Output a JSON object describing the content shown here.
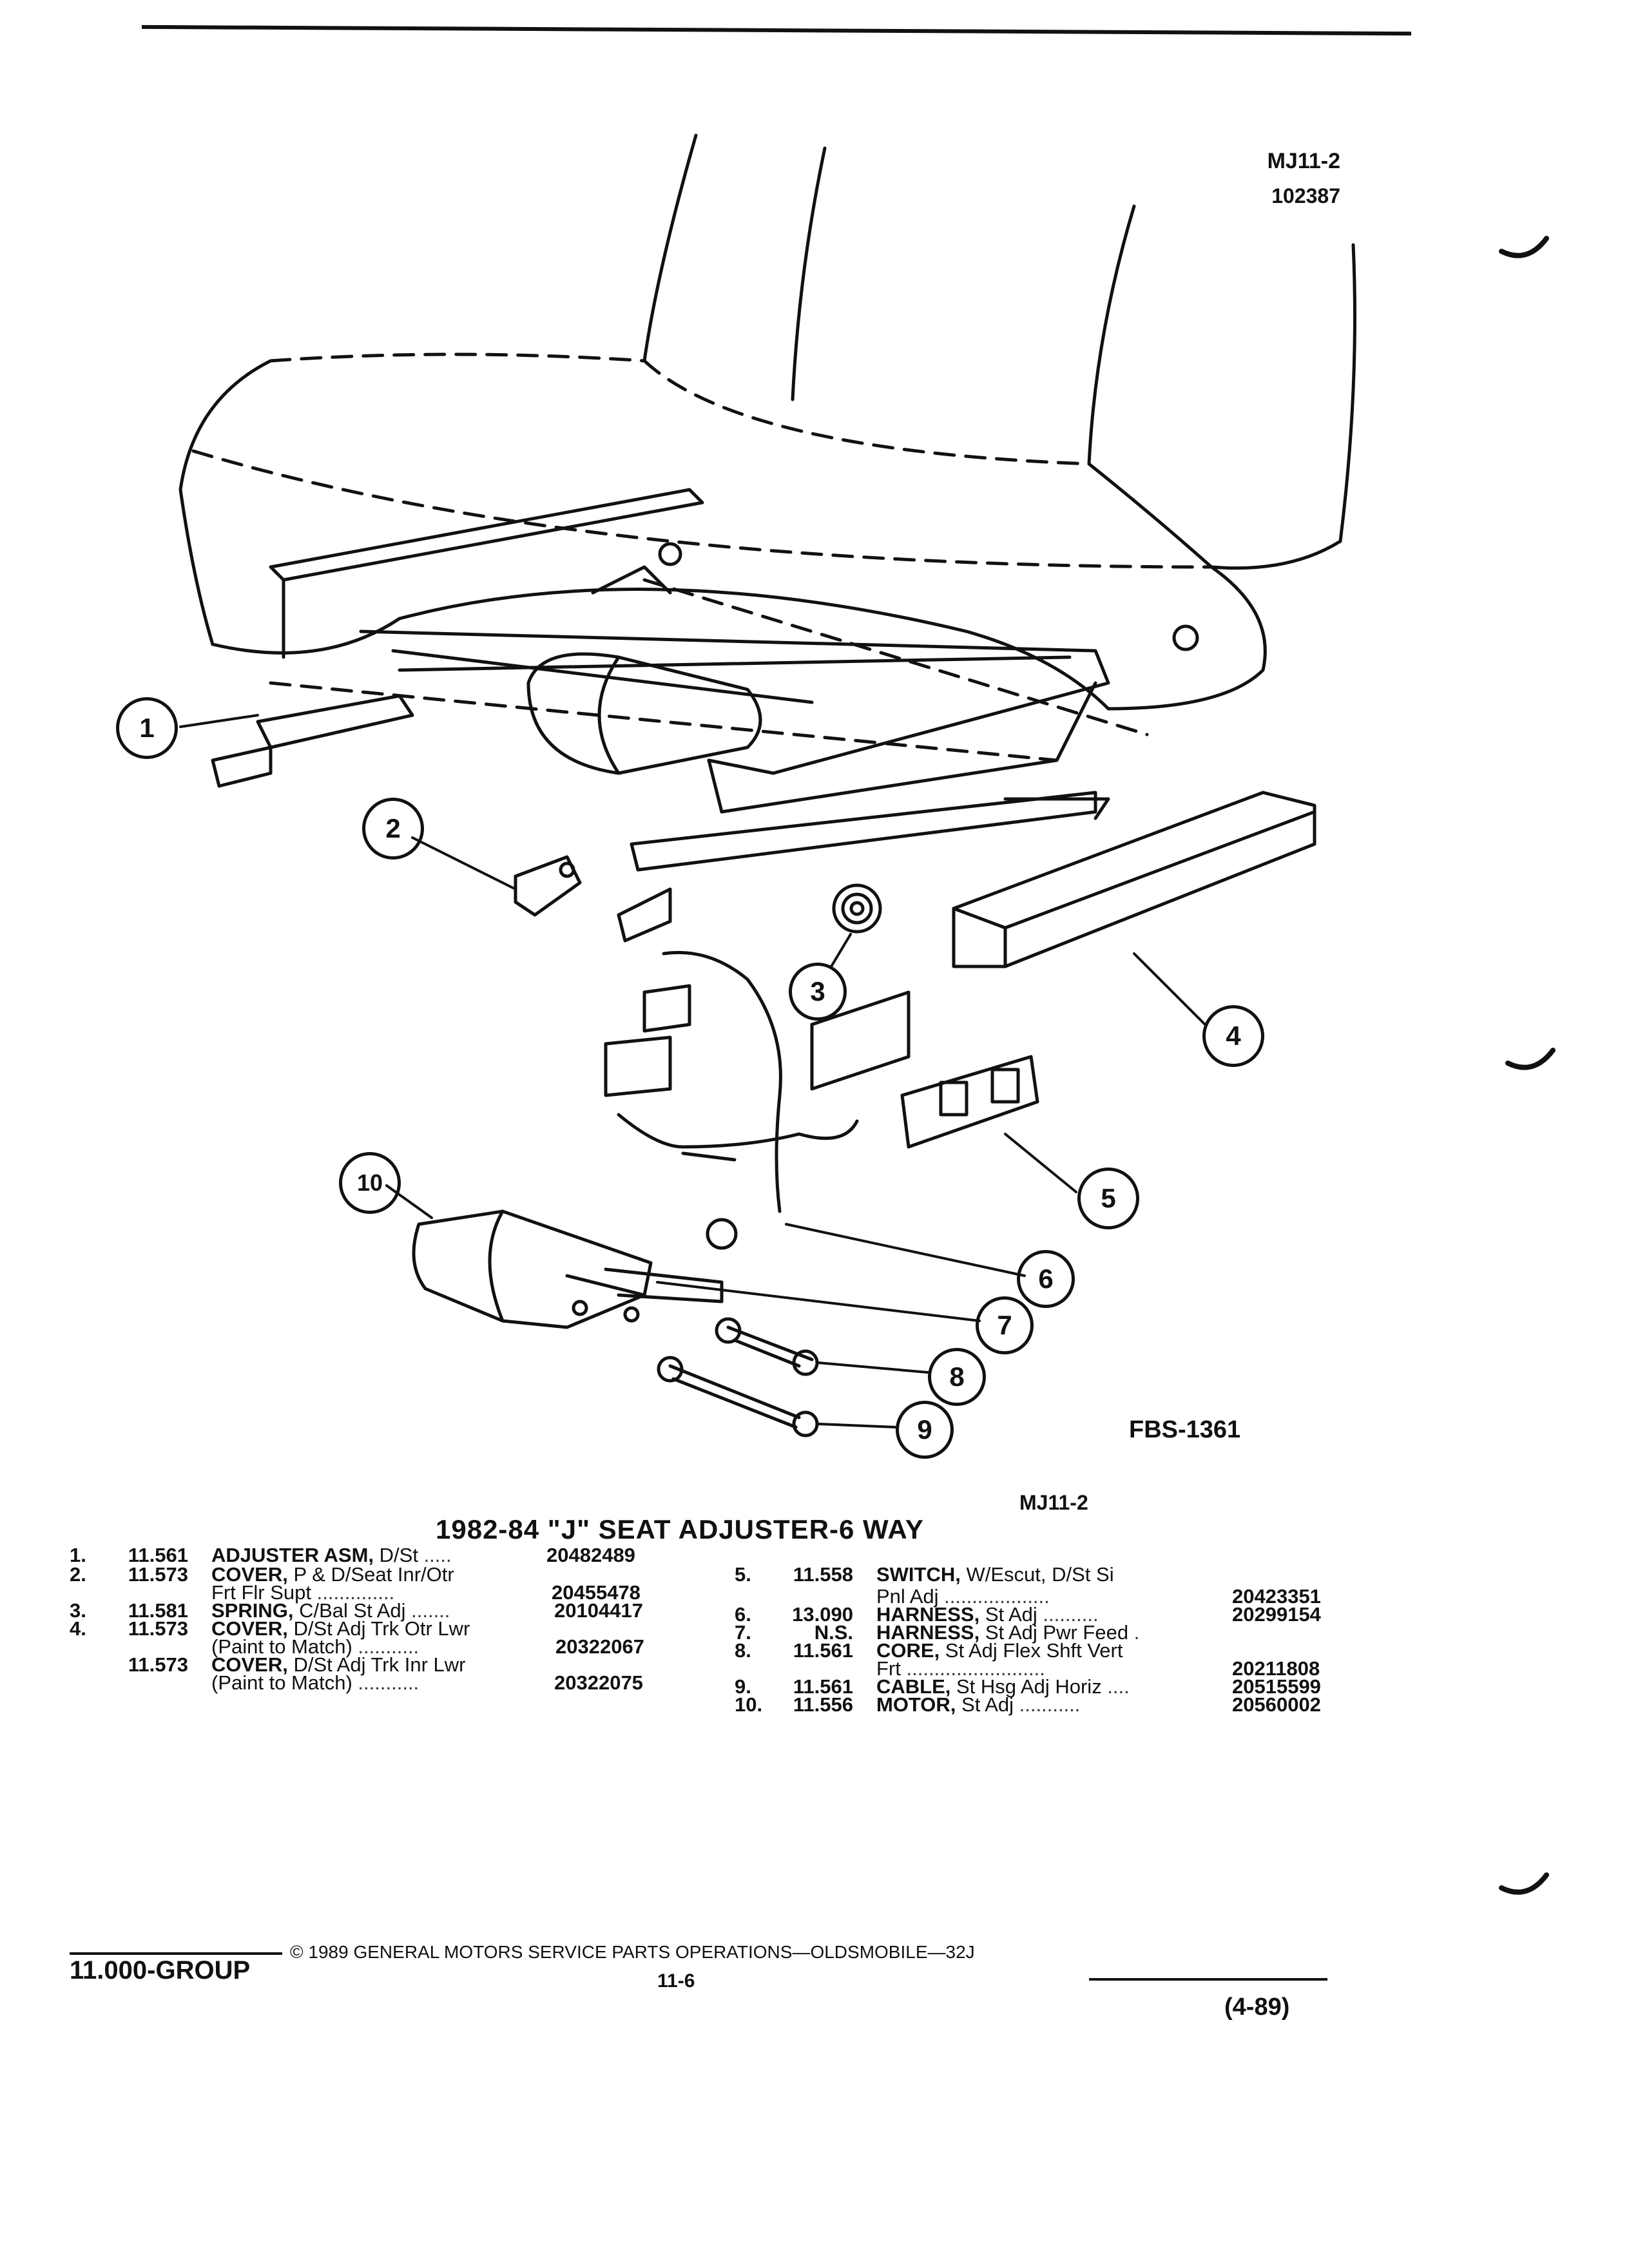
{
  "header": {
    "ref_code": "MJ11-2",
    "ref_number": "102387"
  },
  "figure": {
    "fig_code": "FBS-1361",
    "callouts": [
      "1",
      "2",
      "3",
      "4",
      "5",
      "6",
      "7",
      "8",
      "9",
      "10"
    ]
  },
  "parts_list": {
    "section_code": "MJ11-2",
    "title": "1982-84 \"J\" SEAT ADJUSTER-6 WAY",
    "left_items": [
      {
        "num": "1.",
        "group": "11.561",
        "name": "ADJUSTER ASM,",
        "desc": " D/St",
        "dots": " .....",
        "part": "20482489"
      },
      {
        "num": "2.",
        "group": "11.573",
        "name": "COVER,",
        "desc": " P & D/Seat Inr/Otr",
        "dots": "",
        "part": ""
      },
      {
        "num": "",
        "group": "",
        "name": "",
        "desc": "Frt Flr Supt",
        "dots": " ..............",
        "part": "20455478"
      },
      {
        "num": "3.",
        "group": "11.581",
        "name": "SPRING,",
        "desc": " C/Bal St Adj",
        "dots": " .......",
        "part": "20104417"
      },
      {
        "num": "4.",
        "group": "11.573",
        "name": "COVER,",
        "desc": " D/St Adj Trk Otr Lwr",
        "dots": "",
        "part": ""
      },
      {
        "num": "",
        "group": "",
        "name": "",
        "desc": "(Paint to Match)",
        "dots": " ...........",
        "part": "20322067"
      },
      {
        "num": "",
        "group": "11.573",
        "name": "COVER,",
        "desc": " D/St Adj Trk Inr Lwr",
        "dots": "",
        "part": ""
      },
      {
        "num": "",
        "group": "",
        "name": "",
        "desc": "(Paint to Match)",
        "dots": " ...........",
        "part": "20322075"
      }
    ],
    "right_items": [
      {
        "num": "5.",
        "group": "11.558",
        "name": "SWITCH,",
        "desc": " W/Escut, D/St Si",
        "dots": "",
        "part": ""
      },
      {
        "num": "",
        "group": "",
        "name": "",
        "desc": "Pnl Adj",
        "dots": " ...................",
        "part": "20423351"
      },
      {
        "num": "6.",
        "group": "13.090",
        "name": "HARNESS,",
        "desc": " St Adj",
        "dots": " ..........",
        "part": "20299154"
      },
      {
        "num": "7.",
        "group": "N.S.",
        "name": "HARNESS,",
        "desc": " St Adj Pwr Feed",
        "dots": " .",
        "part": ""
      },
      {
        "num": "8.",
        "group": "11.561",
        "name": "CORE,",
        "desc": " St Adj Flex Shft Vert",
        "dots": "",
        "part": ""
      },
      {
        "num": "",
        "group": "",
        "name": "",
        "desc": "Frt",
        "dots": " .........................",
        "part": "20211808"
      },
      {
        "num": "9.",
        "group": "11.561",
        "name": "CABLE,",
        "desc": " St Hsg Adj Horiz",
        "dots": " ....",
        "part": "20515599"
      },
      {
        "num": "10.",
        "group": "11.556",
        "name": "MOTOR,",
        "desc": " St Adj",
        "dots": " ...........",
        "part": "20560002"
      }
    ]
  },
  "footer": {
    "group_label": "11.000-GROUP",
    "copyright": "© 1989 GENERAL MOTORS SERVICE PARTS OPERATIONS—OLDSMOBILE—32J",
    "page": "11-6",
    "date_code": "(4-89)"
  }
}
